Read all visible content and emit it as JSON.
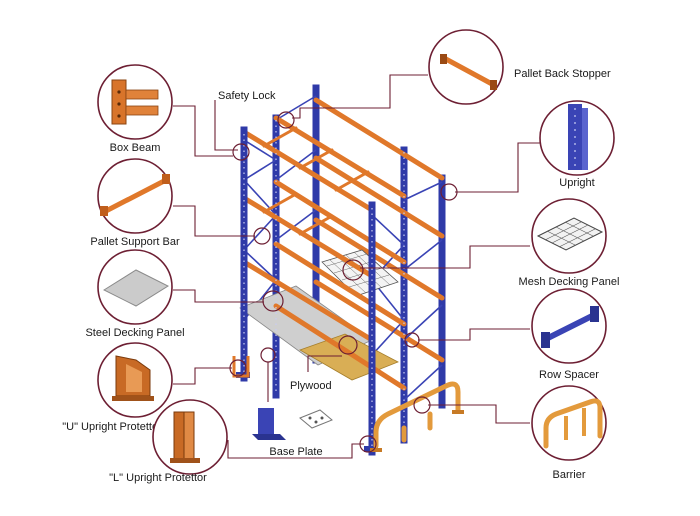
{
  "labels": {
    "safety_lock": "Safety Lock",
    "box_beam": "Box Beam",
    "pallet_support_bar": "Pallet Support Bar",
    "steel_decking_panel": "Steel Decking Panel",
    "u_upright_protector": "\"U\"  Upright Protettor",
    "l_upright_protector": "\"L\"  Upright Protettor",
    "base_plate": "Base Plate",
    "plywood": "Plywood",
    "pallet_back_stopper": "Pallet Back Stopper",
    "upright": "Upright",
    "mesh_decking_panel": "Mesh Decking Panel",
    "row_spacer": "Row Spacer",
    "barrier": "Barrier"
  },
  "colors": {
    "upright_blue": "#2f3aa8",
    "beam_orange": "#e0782a",
    "leader_line": "#6d1f33",
    "plywood": "#d9ae55",
    "steel_panel": "#c8c8c8"
  }
}
